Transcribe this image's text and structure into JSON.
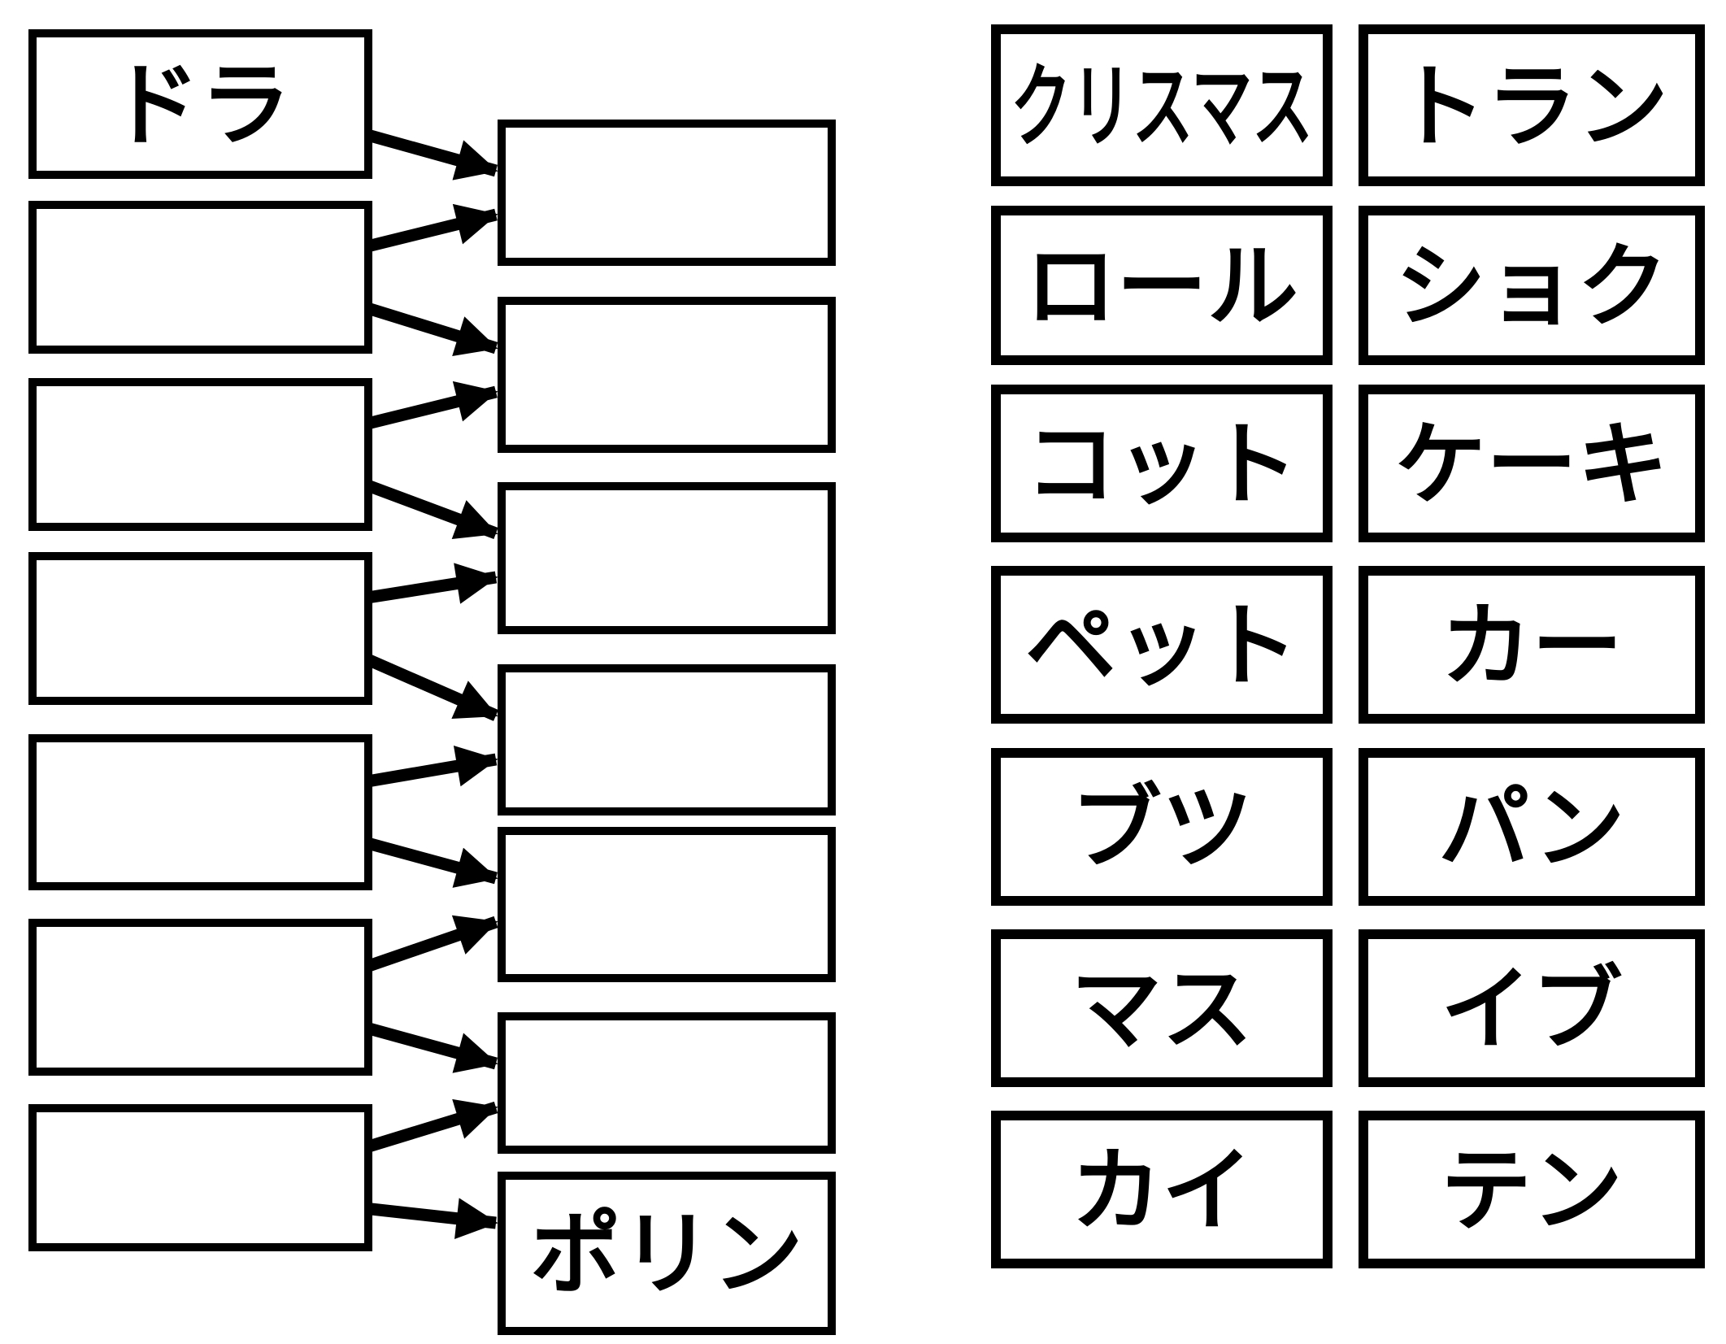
{
  "colors": {
    "background": "#ffffff",
    "border": "#000000",
    "text": "#000000",
    "arrow": "#000000"
  },
  "chain_puzzle": {
    "left_column": [
      {
        "label": "ドラ"
      },
      {
        "label": ""
      },
      {
        "label": ""
      },
      {
        "label": ""
      },
      {
        "label": ""
      },
      {
        "label": ""
      },
      {
        "label": ""
      }
    ],
    "middle_column": [
      {
        "label": ""
      },
      {
        "label": ""
      },
      {
        "label": ""
      },
      {
        "label": ""
      },
      {
        "label": ""
      },
      {
        "label": ""
      },
      {
        "label": "ポリン"
      }
    ],
    "connections": [
      {
        "from": 0,
        "to": 0
      },
      {
        "from": 1,
        "to": 0
      },
      {
        "from": 1,
        "to": 1
      },
      {
        "from": 2,
        "to": 1
      },
      {
        "from": 2,
        "to": 2
      },
      {
        "from": 3,
        "to": 2
      },
      {
        "from": 3,
        "to": 3
      },
      {
        "from": 4,
        "to": 3
      },
      {
        "from": 4,
        "to": 4
      },
      {
        "from": 5,
        "to": 4
      },
      {
        "from": 5,
        "to": 5
      },
      {
        "from": 6,
        "to": 5
      },
      {
        "from": 6,
        "to": 6
      }
    ]
  },
  "word_bank": {
    "column_a": [
      "クリスマス",
      "ロール",
      "コット",
      "ペット",
      "ブツ",
      "マス",
      "カイ"
    ],
    "column_b": [
      "トラン",
      "ショク",
      "ケーキ",
      "カー",
      "パン",
      "イブ",
      "テン"
    ]
  }
}
